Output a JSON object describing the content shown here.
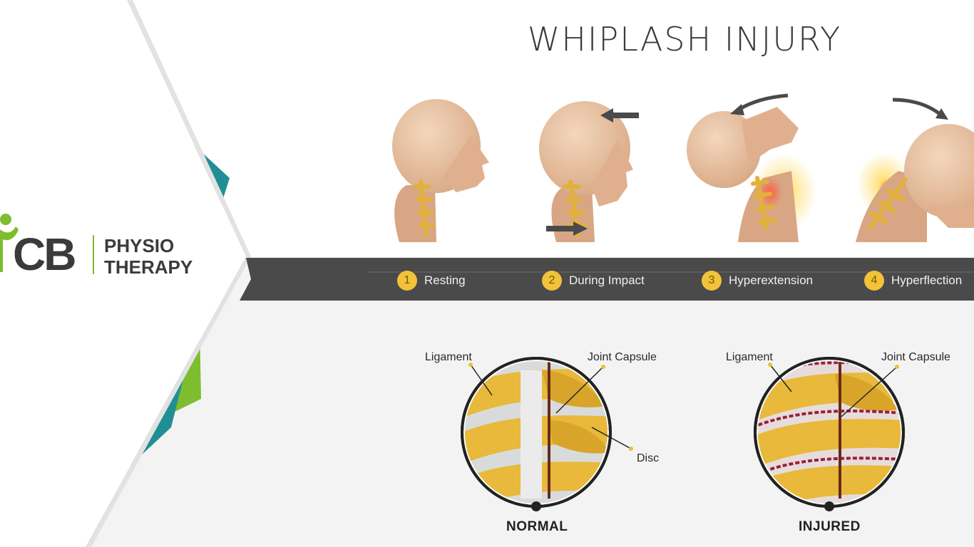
{
  "title": "WHIPLASH INJURY",
  "logo": {
    "letters": "CB",
    "line1": "PHYSIO",
    "line2": "THERAPY",
    "colors": {
      "teal": "#1f8f94",
      "green": "#7dbd2e",
      "gray": "#3b3b3b"
    }
  },
  "stages": [
    {
      "number": "1",
      "label": "Resting"
    },
    {
      "number": "2",
      "label": "During Impact"
    },
    {
      "number": "3",
      "label": "Hyperextension"
    },
    {
      "number": "4",
      "label": "Hyperflection"
    }
  ],
  "details": {
    "normal": {
      "caption": "NORMAL",
      "labels": {
        "ligament": "Ligament",
        "joint_capsule": "Joint Capsule",
        "disc": "Disc"
      }
    },
    "injured": {
      "caption": "INJURED",
      "labels": {
        "ligament": "Ligament",
        "joint_capsule": "Joint Capsule"
      }
    }
  },
  "colors": {
    "band": "#4a4a4a",
    "badge": "#f2c23a",
    "bone": "#e8b93a",
    "skin": "#e9c3a0",
    "injury": "#9a1f3a"
  }
}
